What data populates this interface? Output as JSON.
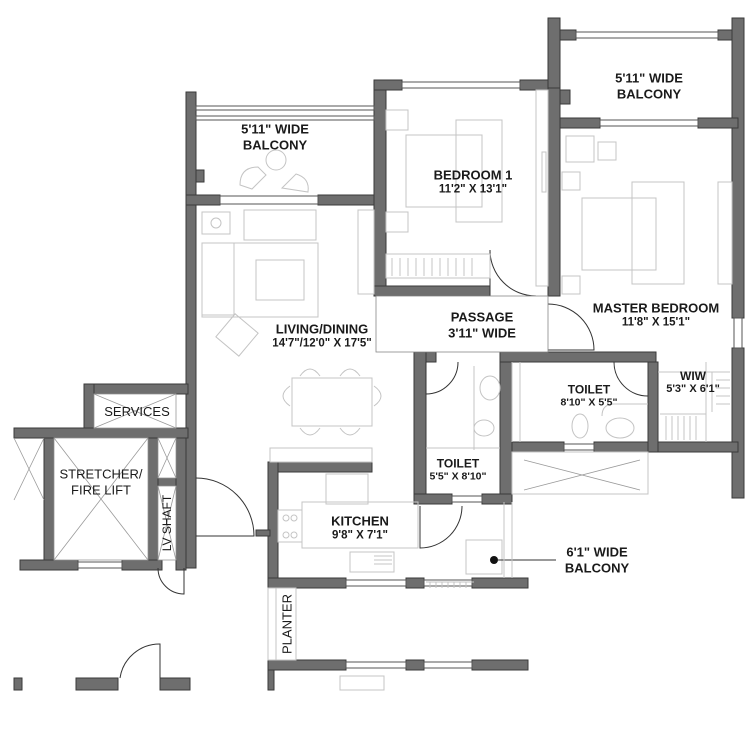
{
  "colors": {
    "wall": "#6e6e6e",
    "wall_edge": "#3a3a3a",
    "furniture": "#bdbdbd",
    "text": "#1a1a1a",
    "background": "#ffffff"
  },
  "rooms": {
    "balcony_living": {
      "name": "5'11\" WIDE",
      "dim": "BALCONY"
    },
    "balcony_master": {
      "name": "5'11\" WIDE",
      "dim": "BALCONY"
    },
    "bedroom1": {
      "name": "BEDROOM 1",
      "dim": "11'2\" X 13'1\""
    },
    "master_bedroom": {
      "name": "MASTER BEDROOM",
      "dim": "11'8\" X 15'1\""
    },
    "passage": {
      "name": "PASSAGE",
      "dim": "3'11\" WIDE"
    },
    "living_dining": {
      "name": "LIVING/DINING",
      "dim": "14'7\"/12'0\" X 17'5\""
    },
    "toilet_master": {
      "name": "TOILET",
      "dim": "8'10\" X 5'5\""
    },
    "wiw": {
      "name": "WIW",
      "dim": "5'3\" X 6'1\""
    },
    "toilet_common": {
      "name": "TOILET",
      "dim": "5'5\" X 8'10\""
    },
    "kitchen": {
      "name": "KITCHEN",
      "dim": "9'8\" X 7'1\""
    },
    "balcony_utility": {
      "name": "6'1\" WIDE",
      "dim": "BALCONY"
    }
  },
  "core": {
    "services": "SERVICES",
    "lift_line1": "STRETCHER/",
    "lift_line2": "FIRE LIFT",
    "shaft": "LV SHAFT",
    "planter": "PLANTER"
  }
}
